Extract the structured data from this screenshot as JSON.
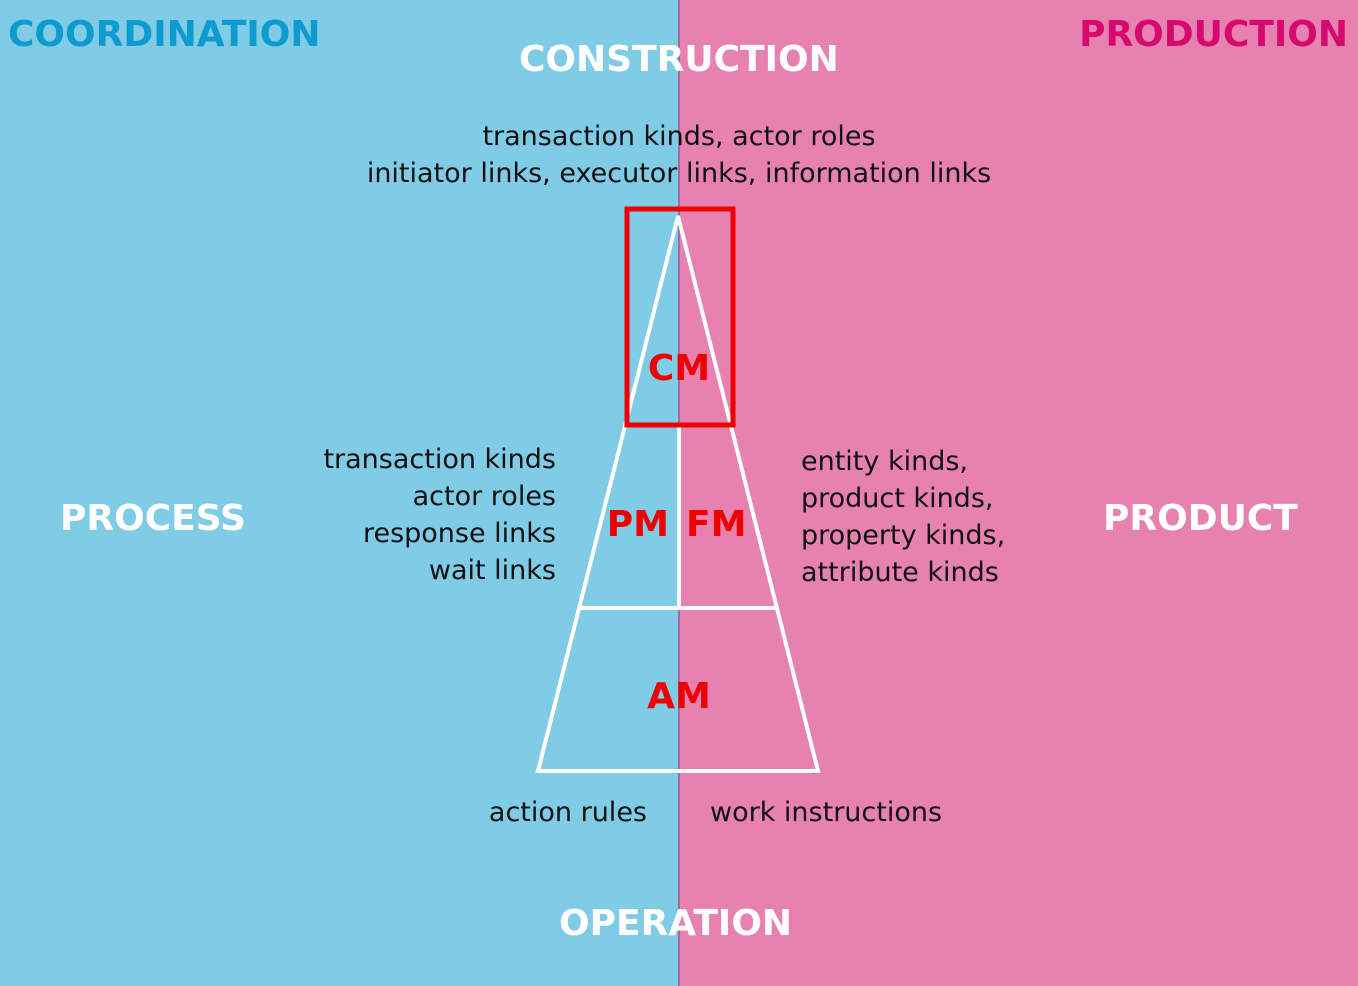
{
  "colors": {
    "coordination_bg": "#80CBE5",
    "production_bg": "#E681B0",
    "coordination_text": "#0E9BCF",
    "production_text": "#D60A6E",
    "model_text": "#EE0000",
    "highlight_box": "#EE0000",
    "outline": "#FFFFFF",
    "divider": "#A05590"
  },
  "headings": {
    "coordination": "COORDINATION",
    "production": "PRODUCTION",
    "construction": "CONSTRUCTION",
    "operation": "OPERATION",
    "process": "PROCESS",
    "product": "PRODUCT"
  },
  "construction_notes": [
    "transaction kinds, actor roles",
    "initiator links, executor links, information links"
  ],
  "process_notes": [
    "transaction kinds",
    "actor roles",
    "response links",
    "wait links"
  ],
  "product_notes": [
    "entity kinds,",
    "product kinds,",
    "property kinds,",
    "attribute kinds"
  ],
  "operation_notes": {
    "coordination": "action rules",
    "production": "work instructions"
  },
  "models": {
    "cm": "CM",
    "pm": "PM",
    "fm": "FM",
    "am": "AM"
  }
}
